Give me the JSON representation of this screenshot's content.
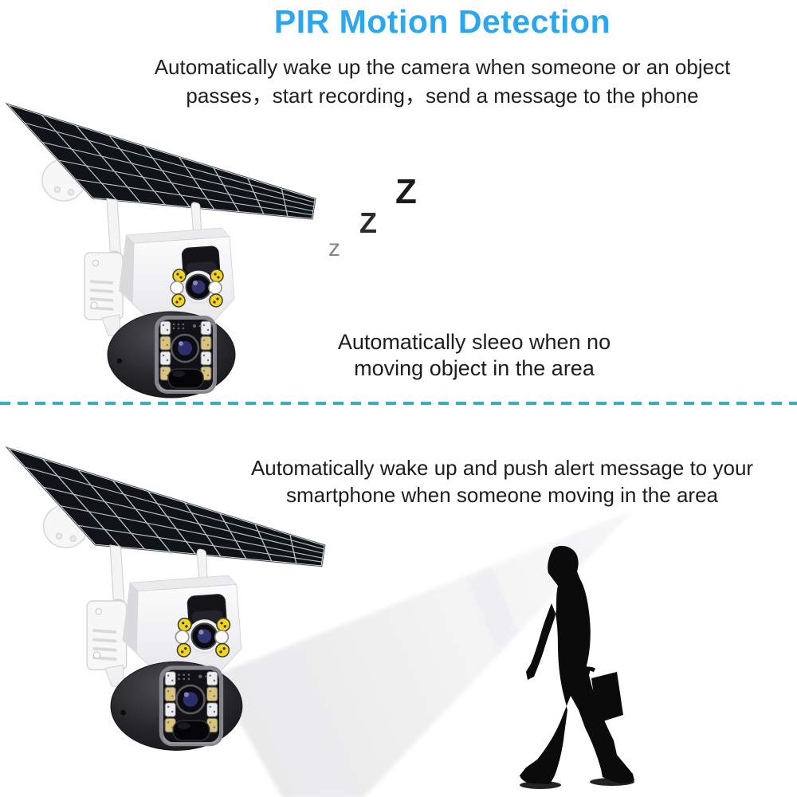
{
  "header": {
    "title": "PIR Motion Detection",
    "subtitle_line1": "Automatically wake up the camera when someone or an object",
    "subtitle_line2": "passes，start recording，send a message to the phone"
  },
  "sleep_section": {
    "zzz_large": "Z",
    "zzz_medium": "Z",
    "zzz_small": "z",
    "caption_line1": "Automatically sleeo when no",
    "caption_line2": "moving object in the area"
  },
  "alert_section": {
    "caption_line1": "Automatically wake up and push alert message to your",
    "caption_line2": "smartphone when someone moving in the area"
  },
  "colors": {
    "title_accent": "#2aa7ee",
    "divider_teal": "#3badc3",
    "body_text": "#1d1d1f",
    "beam_gray": "#efeff1",
    "silhouette_black": "#0b0b0b",
    "led_yellow": "#f1d51d",
    "solar_panel_black": "#101318"
  }
}
